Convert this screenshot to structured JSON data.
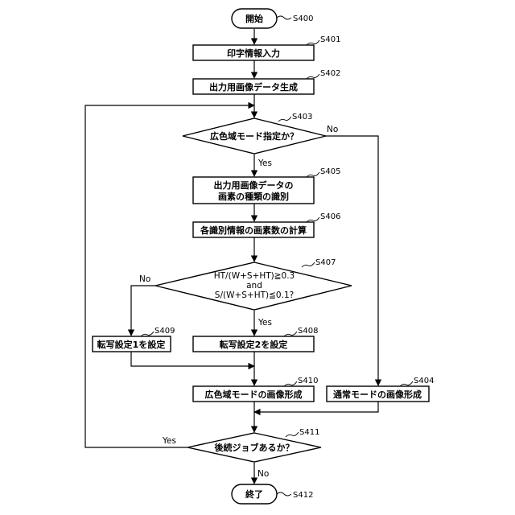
{
  "flowchart": {
    "start": {
      "label": "開始",
      "step": "S400"
    },
    "s401": {
      "label": "印字情報入力",
      "step": "S401"
    },
    "s402": {
      "label": "出力用画像データ生成",
      "step": "S402"
    },
    "s403": {
      "label": "広色域モード指定か？",
      "step": "S403",
      "yes": "Yes",
      "no": "No"
    },
    "s404": {
      "label": "通常モードの画像形成",
      "step": "S404"
    },
    "s405": {
      "line1": "出力用画像データの",
      "line2": "画素の種類の識別",
      "step": "S405"
    },
    "s406": {
      "label": "各識別情報の画素数の計算",
      "step": "S406"
    },
    "s407": {
      "line1": "HT/(W+S+HT)≧0.3",
      "line2": "and",
      "line3": "S/(W+S+HT)≦0.1?",
      "step": "S407",
      "yes": "Yes",
      "no": "No"
    },
    "s408": {
      "label": "転写設定2を設定",
      "step": "S408"
    },
    "s409": {
      "label": "転写設定1を設定",
      "step": "S409"
    },
    "s410": {
      "label": "広色域モードの画像形成",
      "step": "S410"
    },
    "s411": {
      "label": "後続ジョブあるか？",
      "step": "S411",
      "yes": "Yes",
      "no": "No"
    },
    "end": {
      "label": "終了",
      "step": "S412"
    }
  }
}
